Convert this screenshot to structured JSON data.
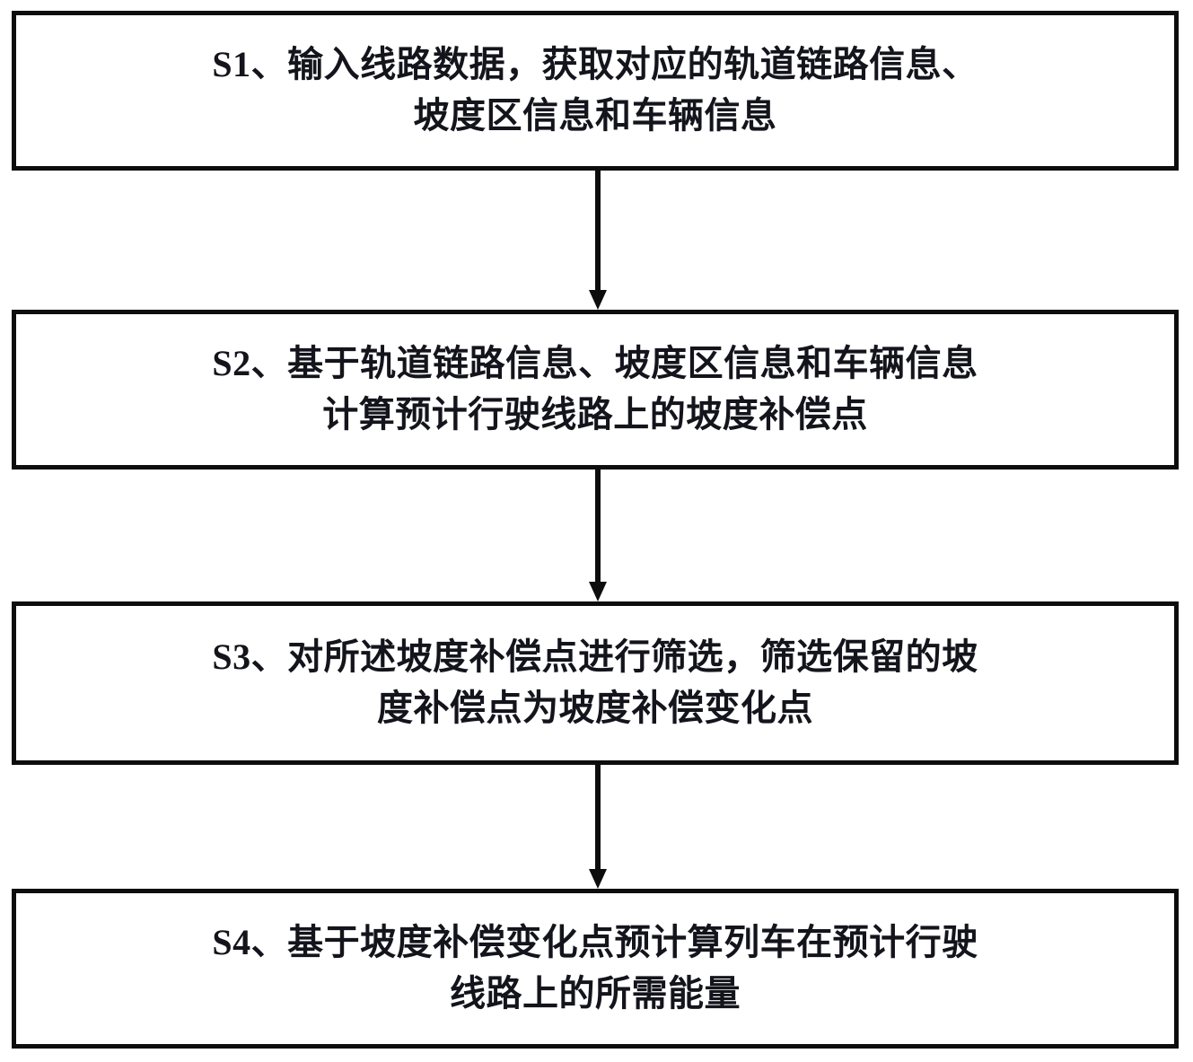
{
  "diagram": {
    "type": "flowchart",
    "orientation": "vertical",
    "background_color": "#ffffff",
    "border_color": "#0d0d0d",
    "text_color": "#14141c",
    "steps": [
      {
        "id": "S1",
        "label": "S1、输入线路数据，获取对应的轨道链路信息、\n坡度区信息和车辆信息"
      },
      {
        "id": "S2",
        "label": "S2、基于轨道链路信息、坡度区信息和车辆信息\n计算预计行驶线路上的坡度补偿点"
      },
      {
        "id": "S3",
        "label": "S3、对所述坡度补偿点进行筛选，筛选保留的坡\n度补偿点为坡度补偿变化点"
      },
      {
        "id": "S4",
        "label": "S4、基于坡度补偿变化点预计算列车在预计行驶\n线路上的所需能量"
      }
    ],
    "connectors": [
      {
        "from": "S1",
        "to": "S2",
        "style": "arrow-down"
      },
      {
        "from": "S2",
        "to": "S3",
        "style": "arrow-down"
      },
      {
        "from": "S3",
        "to": "S4",
        "style": "arrow-down"
      }
    ]
  }
}
